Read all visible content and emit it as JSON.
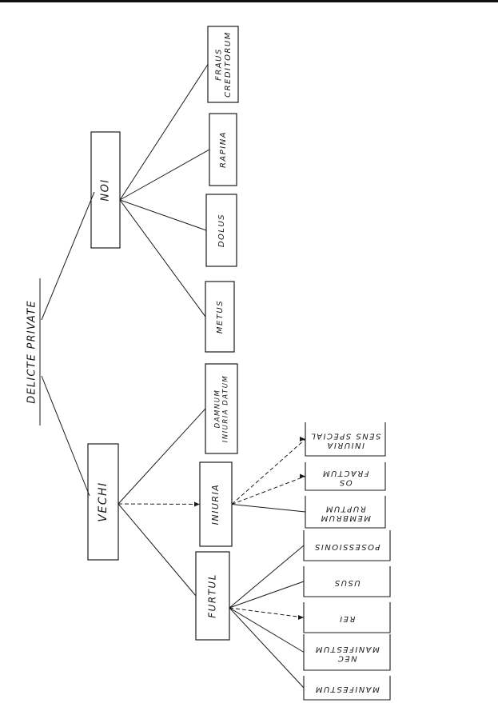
{
  "diagram": {
    "root": {
      "label": "DELICTE PRIVATE"
    },
    "groups": [
      {
        "id": "noi",
        "label": "NOI",
        "children": [
          "FRAUS CREDITORUM",
          "RAPINA",
          "DOLUS",
          "METUS"
        ]
      },
      {
        "id": "vechi",
        "label": "VECHI",
        "children": [
          "DAMNUM INIURIA DATUM",
          "INIURIA",
          "FURTUL"
        ]
      }
    ],
    "subgroups": {
      "INIURIA": [
        "INIURIA SENS SPECIAL",
        "OS FRACTUM",
        "MEMBRUM RUPTUM"
      ],
      "FURTUL": [
        "POSESSIONIS",
        "USUS",
        "REI",
        "NEC MANIFESTUM",
        "MANIFESTUM"
      ]
    },
    "colors": {
      "ink": "#1a1a1a",
      "paper": "#ffffff"
    }
  }
}
